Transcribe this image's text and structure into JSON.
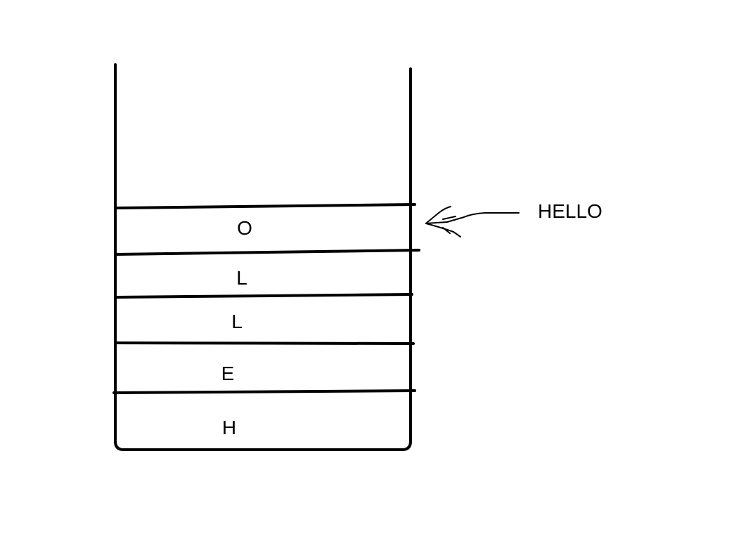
{
  "stack": {
    "items_top_to_bottom": [
      "O",
      "L",
      "L",
      "E",
      "H"
    ]
  },
  "input": {
    "label": "HELLO"
  },
  "colors": {
    "ink": "#000000",
    "background": "#ffffff"
  }
}
